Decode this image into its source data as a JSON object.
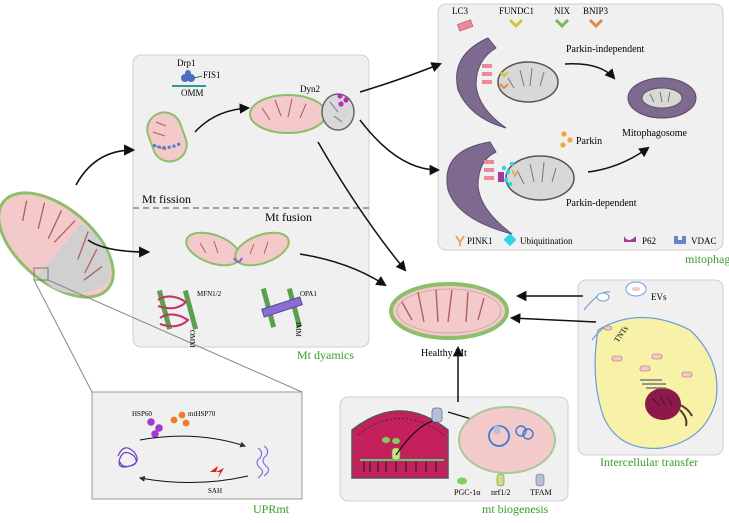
{
  "panels": {
    "mt_dynamics": {
      "caption": "Mt dyamics",
      "fission_label": "Mt fission",
      "fusion_label": "Mt fusion"
    },
    "mitophagy": {
      "caption": "mitophage"
    },
    "upr": {
      "caption": "UPRmt"
    },
    "biogenesis": {
      "caption": "mt biogenesis"
    },
    "transfer": {
      "caption": "Intercellular transfer"
    }
  },
  "fission": {
    "drp1": "Drp1",
    "fis1": "FIS1",
    "omm": "OMM",
    "dyn2": "Dyn2"
  },
  "fusion": {
    "mfn": "MFN1/2",
    "omm": "OMM",
    "opa1": "OPA1",
    "imm": "IMM"
  },
  "mitophagy": {
    "top_legend": [
      {
        "label": "LC3",
        "color": "#e98a9a"
      },
      {
        "label": "FUNDC1",
        "color": "#dfe36b"
      },
      {
        "label": "NIX",
        "color": "#9cc77a"
      },
      {
        "label": "BNIP3",
        "color": "#e9a36b"
      }
    ],
    "independent": "Parkin-independent",
    "dependent": "Parkin-dependent",
    "parkin": "Parkin",
    "mitophagosome": "Mitophagosome",
    "bottom_legend": [
      {
        "label": "PINK1",
        "color": "#e8a45a"
      },
      {
        "label": "Ubiquitination",
        "color": "#2ad6e0"
      },
      {
        "label": "P62",
        "color": "#a23b9a"
      },
      {
        "label": "VDAC",
        "color": "#6b84c9"
      }
    ]
  },
  "center": {
    "healthy": "Healthy Mt"
  },
  "upr": {
    "hsp60": "HSP60",
    "mthsp70": "mtHSP70",
    "sah": "SAH"
  },
  "biogenesis": {
    "legend": [
      "PGC-1α",
      "nrf1/2",
      "TFAM"
    ]
  },
  "transfer": {
    "evs": "EVs",
    "tnts": "TNTs"
  }
}
